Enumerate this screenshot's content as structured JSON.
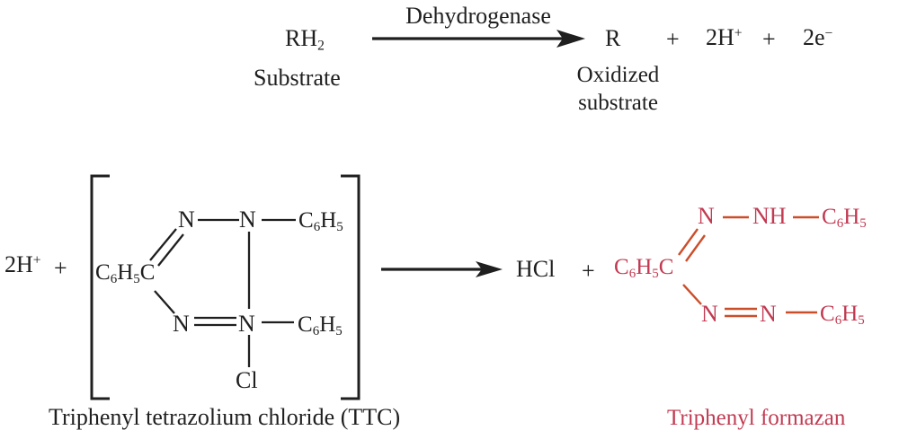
{
  "colors": {
    "ink": "#1f1f1f",
    "formazan_text": "#c13a52",
    "formazan_bond": "#cb4e2a"
  },
  "top_reaction": {
    "reactant_formula": "RH_2",
    "reactant_label": "Substrate",
    "enzyme": "Dehydrogenase",
    "product": "R",
    "plus_1": "+",
    "protons": "2H^+",
    "plus_2": "+",
    "electrons": "2e^−",
    "product_label_line1": "Oxidized",
    "product_label_line2": "substrate"
  },
  "bottom_reaction": {
    "protons": "2H^+",
    "plus_1": "+",
    "hcl": "HCl",
    "plus_2": "+",
    "ttc": {
      "phenyl_carbon": "C_6H_5C",
      "n_top_left": "N",
      "n_top_right": "N",
      "phenyl_top": "C_6H_5",
      "n_bottom_left": "N",
      "n_bottom_right": "N",
      "phenyl_bottom": "C_6H_5",
      "chlorine": "Cl",
      "caption": "Triphenyl tetrazolium chloride (TTC)"
    },
    "formazan": {
      "phenyl_carbon": "C_6H_5C",
      "n_top": "N",
      "nh": "NH",
      "phenyl_top": "C_6H_5",
      "n_bottom_left": "N",
      "n_bottom_right": "N",
      "phenyl_bottom": "C_6H_5",
      "caption": "Triphenyl formazan"
    }
  }
}
